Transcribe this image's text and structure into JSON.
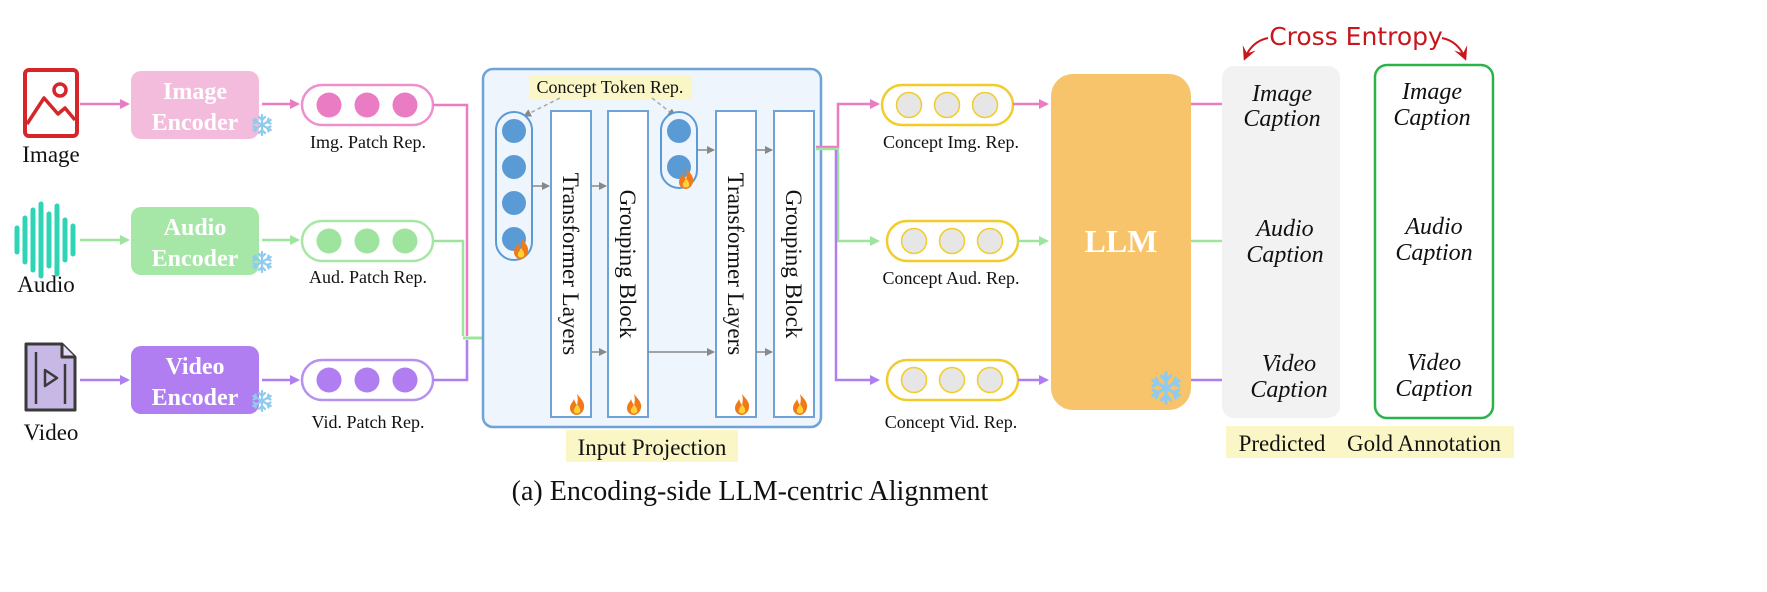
{
  "inputs": [
    {
      "label": "Image",
      "icon": "image-icon"
    },
    {
      "label": "Audio",
      "icon": "audio-waveform-icon"
    },
    {
      "label": "Video",
      "icon": "video-file-icon"
    }
  ],
  "encoders": [
    {
      "line1": "Image",
      "line2": "Encoder",
      "fill": "#f4bcdc"
    },
    {
      "line1": "Audio",
      "line2": "Encoder",
      "fill": "#a6e6a6"
    },
    {
      "line1": "Video",
      "line2": "Encoder",
      "fill": "#b07ef0"
    }
  ],
  "patch_reps": [
    {
      "label": "Img. Patch Rep.",
      "color": "#ea7cc4",
      "border": "#ef8fce"
    },
    {
      "label": "Aud. Patch Rep.",
      "color": "#9ee49e",
      "border": "#a8e6a8"
    },
    {
      "label": "Vid. Patch Rep.",
      "color": "#b07ef0",
      "border": "#b691f0"
    }
  ],
  "projection": {
    "concept_token_label": "Concept Token Rep.",
    "layers": [
      "Transformer Layers",
      "Grouping Block",
      "Transformer Layers",
      "Grouping Block"
    ],
    "title": "Input Projection"
  },
  "concept_reps": [
    "Concept Img. Rep.",
    "Concept Aud. Rep.",
    "Concept Vid. Rep."
  ],
  "llm_label": "LLM",
  "predicted": [
    {
      "line1": "Image",
      "line2": "Caption"
    },
    {
      "line1": "Audio",
      "line2": "Caption"
    },
    {
      "line1": "Video",
      "line2": "Caption"
    }
  ],
  "gold": [
    {
      "line1": "Image",
      "line2": "Caption"
    },
    {
      "line1": "Audio",
      "line2": "Caption"
    },
    {
      "line1": "Video",
      "line2": "Caption"
    }
  ],
  "loss_label": "Cross Entropy",
  "predicted_label": "Predicted",
  "gold_label": "Gold Annotation",
  "caption": "(a) Encoding-side LLM-centric Alignment",
  "colors": {
    "image": "#ea7cc4",
    "audio": "#9ee49e",
    "video": "#b07ef0",
    "projection_border": "#6fa3d8",
    "projection_fill": "#eef5fc",
    "token": "#5a9bd6",
    "concept_border": "#f2cc2c",
    "concept_dot": "#e6e6e6",
    "llm": "#f7c46b",
    "predicted_fill": "#f2f2f2",
    "gold_border": "#2bb34a",
    "loss": "#c8161d",
    "highlight": "#fbf6c6"
  }
}
